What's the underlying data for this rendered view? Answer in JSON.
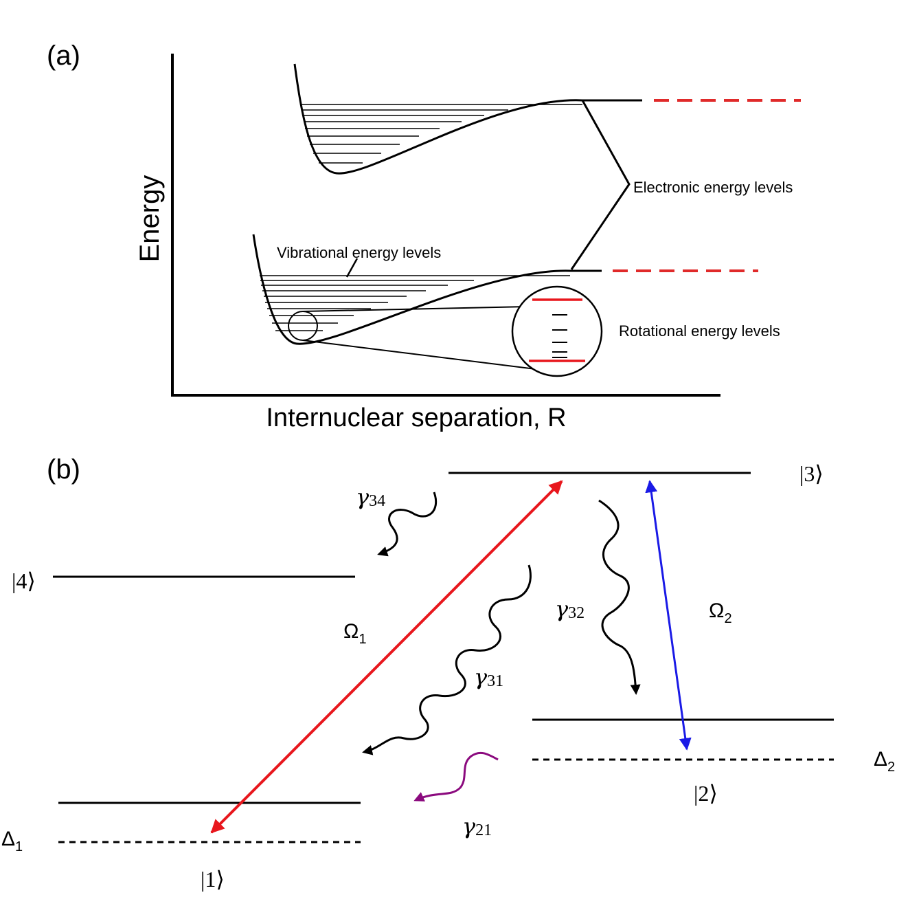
{
  "panel_a": {
    "label": "(a)",
    "y_axis_label": "Energy",
    "x_axis_label": "Internuclear separation, R",
    "annotations": {
      "electronic": "Electronic energy levels",
      "vibrational": "Vibrational energy levels",
      "rotational": "Rotational energy levels"
    }
  },
  "panel_b": {
    "label": "(b)",
    "states": {
      "s1": {
        "open": "|",
        "num": "1",
        "close": "⟩"
      },
      "s2": {
        "open": "|",
        "num": "2",
        "close": "⟩"
      },
      "s3": {
        "open": "|",
        "num": "3",
        "close": "⟩"
      },
      "s4": {
        "open": "|",
        "num": "4",
        "close": "⟩"
      }
    },
    "detunings": {
      "d1": {
        "sym": "Δ",
        "sub": "1"
      },
      "d2": {
        "sym": "Δ",
        "sub": "2"
      }
    },
    "rabi": {
      "o1": {
        "sym": "Ω",
        "sub": "1"
      },
      "o2": {
        "sym": "Ω",
        "sub": "2"
      }
    },
    "decays": {
      "g34": {
        "sym": "γ",
        "sub": "34"
      },
      "g32": {
        "sym": "γ",
        "sub": "32"
      },
      "g31": {
        "sym": "γ",
        "sub": "31"
      },
      "g21": {
        "sym": "γ",
        "sub": "21"
      }
    }
  },
  "colors": {
    "ink": "#000000",
    "red": "#e8171d",
    "dashed_red": "#e02a2a",
    "blue": "#1a1ae6",
    "purple": "#8b0a7e"
  }
}
